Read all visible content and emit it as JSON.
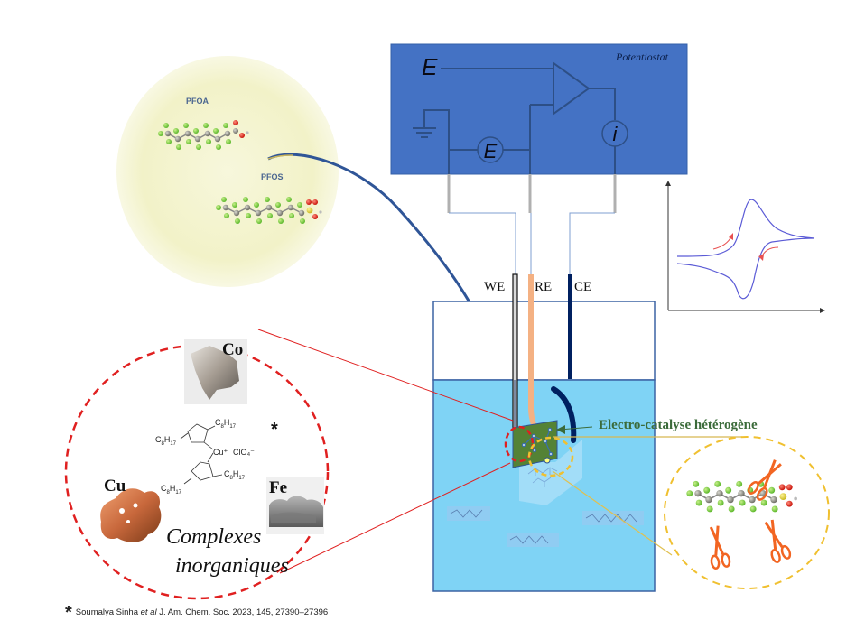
{
  "potentiostat": {
    "title": "Potentiostat",
    "input_label": "E",
    "meter_voltage_label": "E",
    "meter_current_label": "i",
    "box_color": "#4472c4"
  },
  "electrodes": {
    "working": "WE",
    "reference": "RE",
    "counter": "CE"
  },
  "process_label": "Electro-catalyse hétérogène",
  "pollutants": {
    "molecule_1": "PFOA",
    "molecule_2": "PFOS"
  },
  "catalysts": {
    "metals": [
      "Co",
      "Cu",
      "Fe"
    ],
    "complex_formula": {
      "substituent": "C8H17",
      "metal_center": "Cu⁺",
      "counter_ion": "ClO₄⁻"
    },
    "caption_line1": "Complexes",
    "caption_line2": "inorganiques",
    "marker": "*"
  },
  "footnote": {
    "marker": "*",
    "author": "Soumalya Sinha ",
    "etal": "et al",
    "reference": " J. Am. Chem. Soc. 2023, 145, 27390–27396"
  },
  "colors": {
    "solution": "#7fd3f5",
    "we_electrode": "#d9d9d9",
    "re_electrode": "#f4b183",
    "ce_electrode": "#002060",
    "catalyst_circle": "#e02020",
    "cleavage_circle": "#f0c030",
    "scissors": "#f26522",
    "cv_curve": "#5b5bd6",
    "process_label": "#3b6b3a"
  },
  "cv_plot": {
    "type": "cyclic voltammogram (schematic, no axis labels)"
  }
}
